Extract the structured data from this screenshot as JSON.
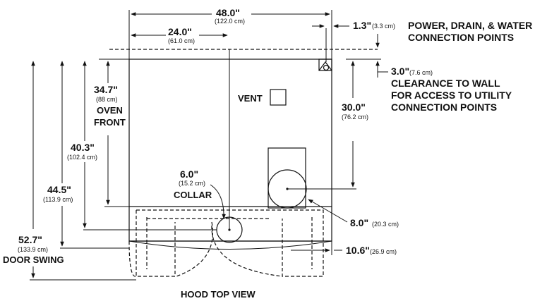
{
  "dimensions": {
    "width_total": {
      "value": "48.0\"",
      "metric": "(122.0 cm)"
    },
    "collar_offset": {
      "value": "24.0\"",
      "metric": "(61.0 cm)"
    },
    "connection_offset": {
      "value": "1.3\"",
      "metric": "(3.3 cm)"
    },
    "wall_clearance": {
      "value": "3.0\"",
      "metric": "(7.6 cm)"
    },
    "oven_front": {
      "value": "34.7\"",
      "metric": "(88 cm)"
    },
    "collar_depth": {
      "value": "40.3\"",
      "metric": "(102.4 cm)"
    },
    "hood_depth": {
      "value": "44.5\"",
      "metric": "(113.9 cm)"
    },
    "door_swing": {
      "value": "52.7\"",
      "metric": "(133.9 cm)"
    },
    "collar_size": {
      "value": "6.0\"",
      "metric": "(15.2 cm)"
    },
    "fan_offset": {
      "value": "30.0\"",
      "metric": "(76.2 cm)"
    },
    "fan_size": {
      "value": "8.0\"",
      "metric": "(20.3 cm)"
    },
    "side_offset": {
      "value": "10.6\"",
      "metric": "(26.9 cm)"
    }
  },
  "labels": {
    "connection_points_1": "POWER, DRAIN, & WATER",
    "connection_points_2": "CONNECTION POINTS",
    "clearance_1": "CLEARANCE TO WALL",
    "clearance_2": "FOR ACCESS TO UTILITY",
    "clearance_3": "CONNECTION POINTS",
    "oven_1": "OVEN",
    "oven_2": "FRONT",
    "vent": "VENT",
    "collar": "COLLAR",
    "door_swing": "DOOR SWING",
    "caption": "HOOD TOP VIEW"
  }
}
